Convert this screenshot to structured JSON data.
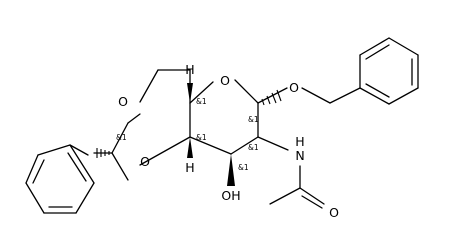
{
  "atoms": {
    "ring_oxygen": "O",
    "anomeric_oxygen": "O",
    "acetal_oxygen_top": "O",
    "acetal_oxygen_bottom": "O",
    "hydroxyl": "OH",
    "amide_nitrogen": "N",
    "amide_hydrogen": "H",
    "carbonyl_oxygen": "O",
    "hydrogen_c5": "H",
    "hydrogen_c4": "H"
  },
  "stereo_label": "&1"
}
